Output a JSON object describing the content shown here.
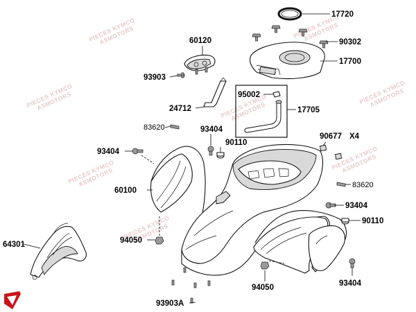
{
  "part_labels": {
    "p17720": "17720",
    "p60120": "60120",
    "p90302": "90302",
    "p17700": "17700",
    "p93903": "93903",
    "p95002": "95002",
    "p24712": "24712",
    "p17705": "17705",
    "p83620a": "83620",
    "p93404a": "93404",
    "p90677": "90677",
    "p90677_qty": "X4",
    "p90110a": "90110",
    "p93404b": "93404",
    "p60100": "60100",
    "p83620b": "83620",
    "p93404c": "93404",
    "p90110b": "90110",
    "p94050a": "94050",
    "p64301": "64301",
    "p94050b": "94050",
    "p93404d": "93404",
    "p93903a": "93903A"
  },
  "watermark": {
    "line1": "PIECES KYMCO",
    "line2": "ASMOTORS"
  },
  "colors": {
    "logo_red": "#c8151b",
    "watermark": "#e7c9c9"
  }
}
